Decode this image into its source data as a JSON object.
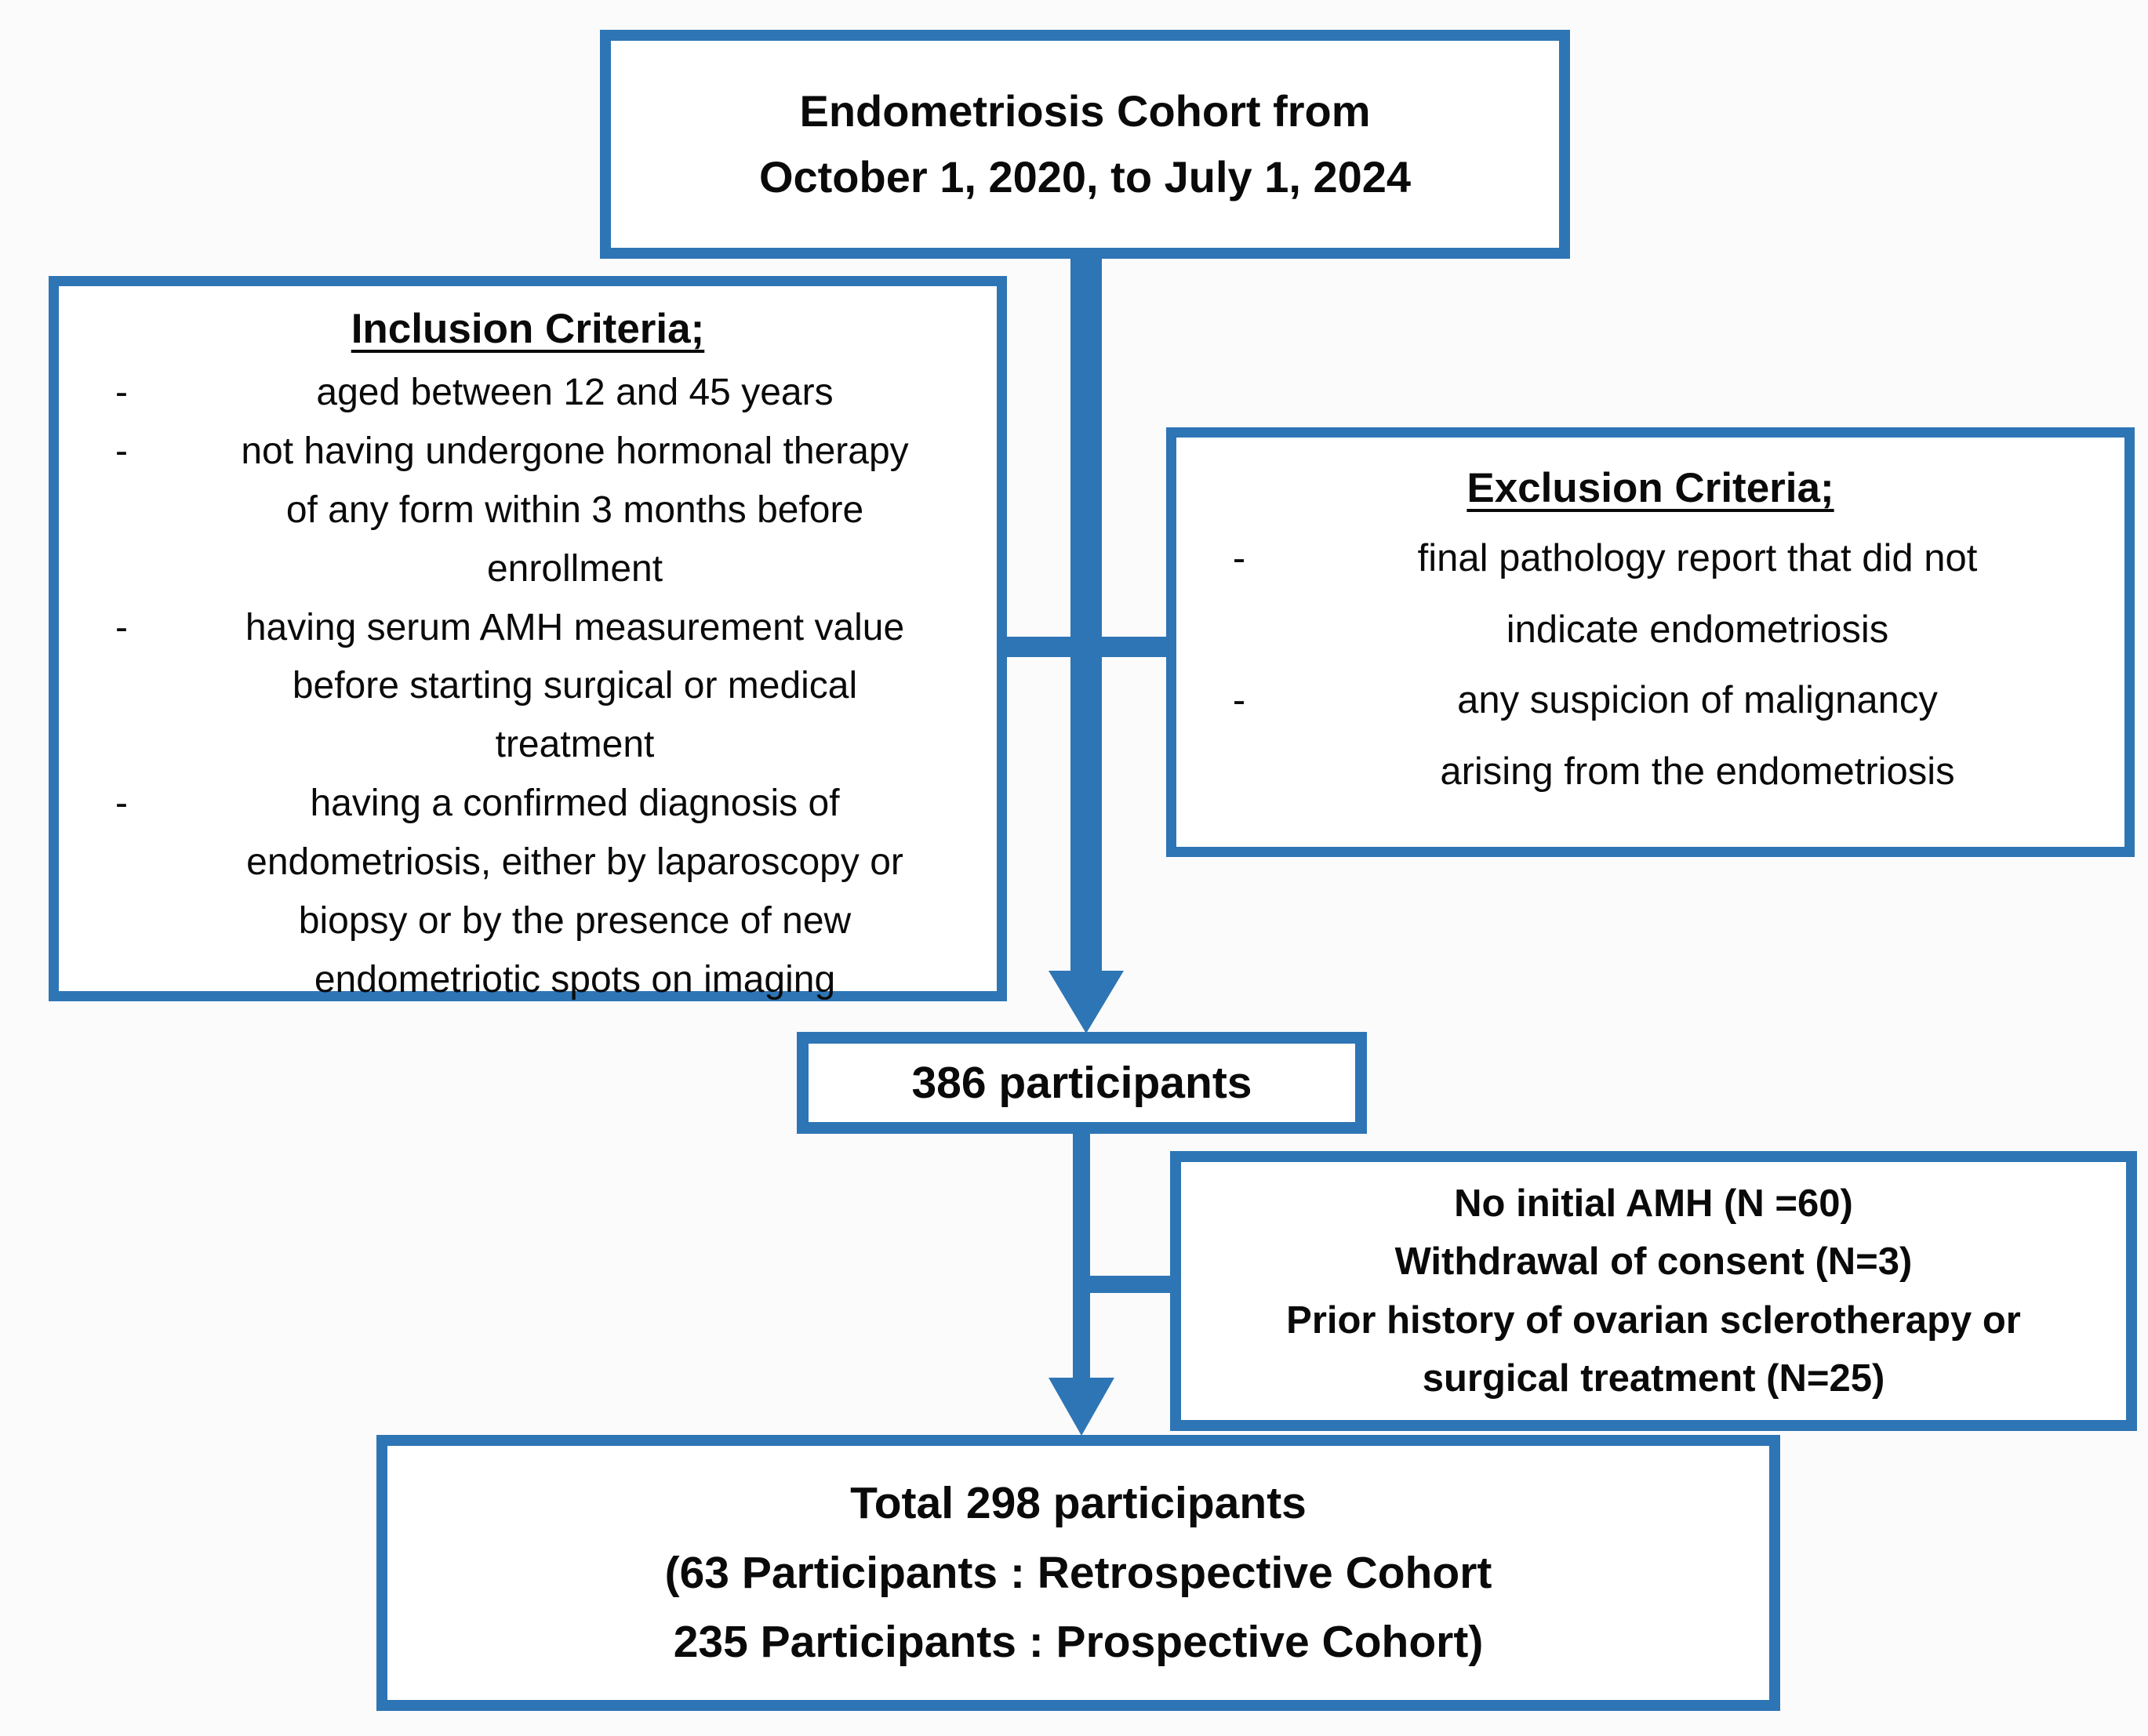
{
  "colors": {
    "accent": "#2E75B5",
    "text": "#0a0a0a",
    "box_fill": "#ffffff",
    "background": "#fbfbfc"
  },
  "flowchart": {
    "top_box": {
      "line1": "Endometriosis Cohort from",
      "line2": "October 1, 2020, to July 1, 2024"
    },
    "inclusion_box": {
      "title": "Inclusion Criteria;",
      "marker": "-",
      "items": [
        "aged between 12 and 45 years",
        "not having undergone hormonal therapy of any form within 3 months before enrollment",
        "having serum AMH measurement value before starting surgical or medical treatment",
        "having a confirmed diagnosis of endometriosis, either by laparoscopy or biopsy or by the presence of new endometriotic spots on imaging"
      ]
    },
    "exclusion_box": {
      "title": "Exclusion Criteria;",
      "marker": "-",
      "items": [
        "final pathology report that did not indicate endometriosis",
        "any suspicion of malignancy arising from the endometriosis"
      ]
    },
    "participants_box": {
      "label": "386 participants"
    },
    "dropout_box": {
      "lines": [
        "No initial AMH (N =60)",
        "Withdrawal of consent (N=3)",
        "Prior history of ovarian sclerotherapy or surgical treatment (N=25)"
      ]
    },
    "total_box": {
      "line1": "Total 298 participants",
      "line2": "(63 Participants : Retrospective Cohort",
      "line3": "235 Participants : Prospective Cohort)"
    }
  }
}
